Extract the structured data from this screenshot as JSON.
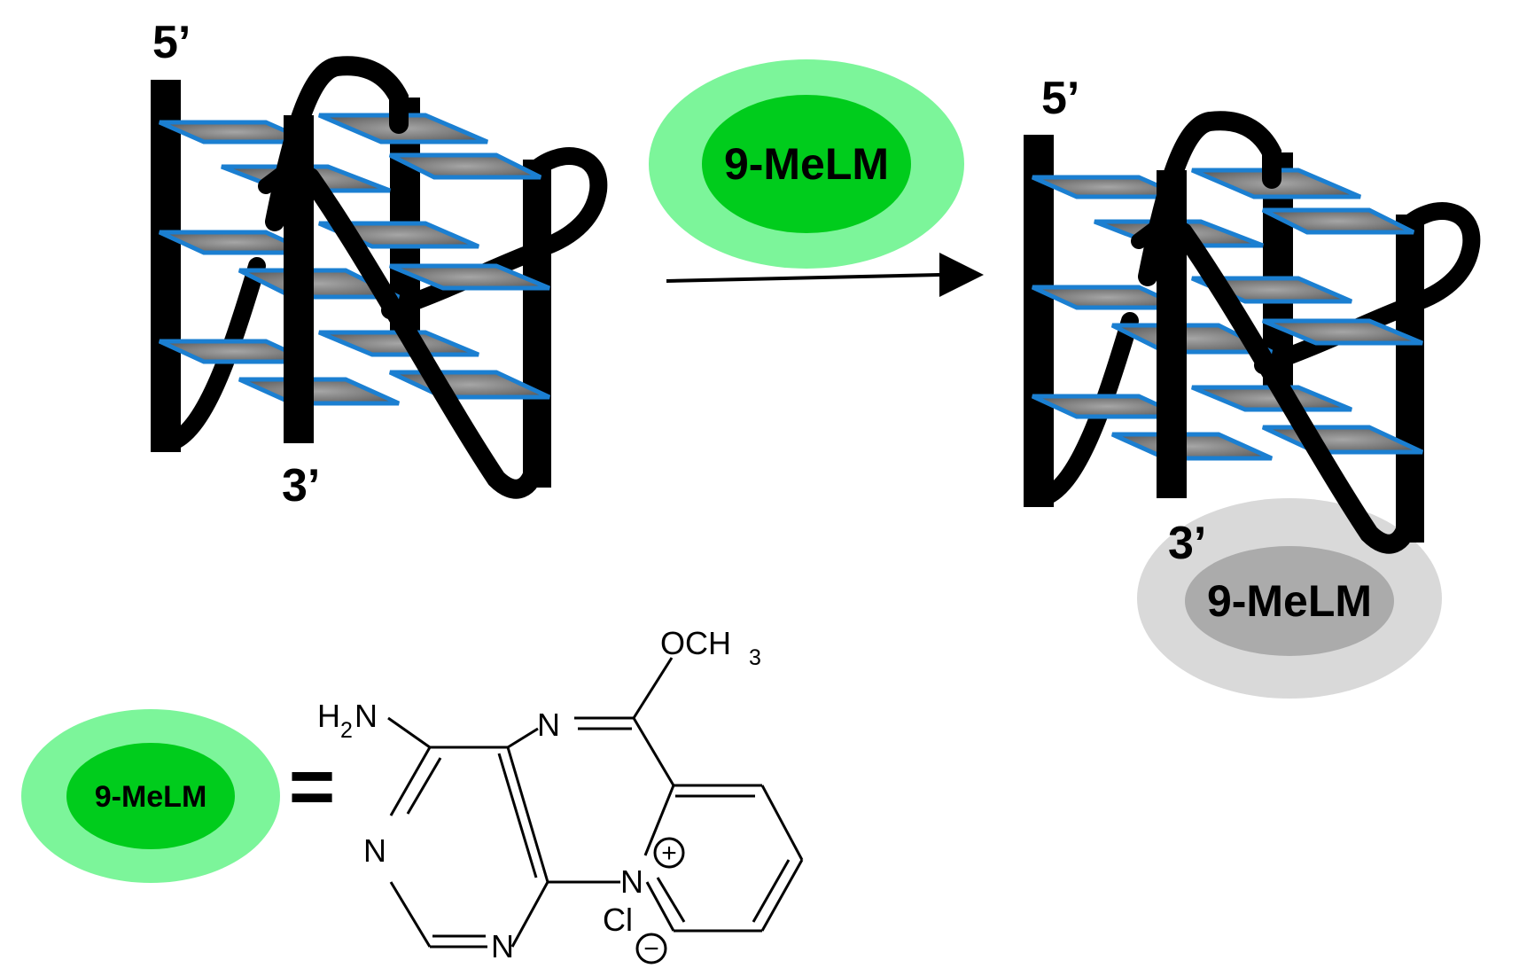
{
  "labels": {
    "five_prime": "5’",
    "three_prime": "3’",
    "ligand": "9-MeLM",
    "equals": "="
  },
  "chemistry": {
    "amine_H": "H",
    "amine_sub": "2",
    "amine_N": "N",
    "methoxy": "OCH",
    "methoxy_sub": "3",
    "ring_N": "N",
    "pyridinium_N": "N",
    "counter_ion": "Cl",
    "positive": "+",
    "negative": "−"
  },
  "colors": {
    "ligand_outer": "#7cf59a",
    "ligand_inner": "#00cc1c",
    "bound_outer": "#d9d9d9",
    "bound_inner": "#ababab",
    "tetrad_fill": "#808080",
    "tetrad_edge": "#1b7fd1",
    "strand": "#000000"
  }
}
